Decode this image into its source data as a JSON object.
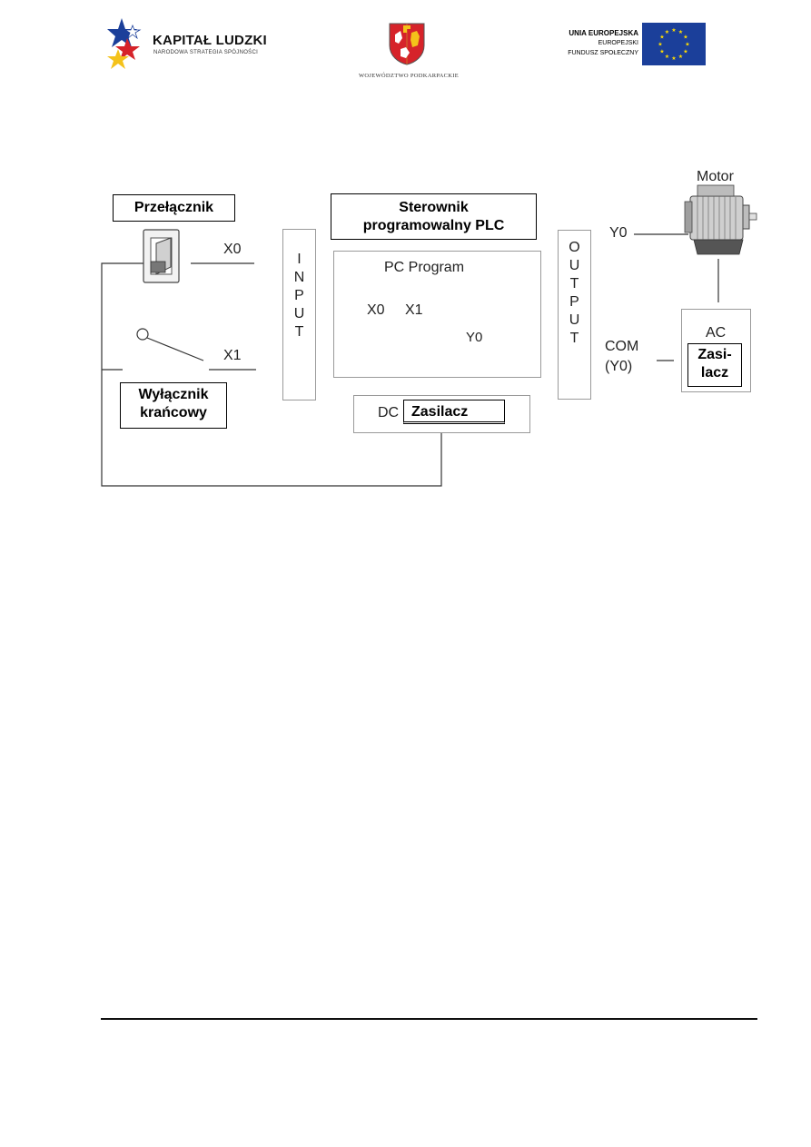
{
  "header": {
    "kapital_title": "KAPITAŁ LUDZKI",
    "kapital_subtitle": "NARODOWA STRATEGIA SPÓJNOŚCI",
    "wojewodztwo_caption": "WOJEWÓDZTWO PODKARPACKIE",
    "ue_line1": "UNIA EUROPEJSKA",
    "ue_line2": "EUROPEJSKI",
    "ue_line3": "FUNDUSZ SPOŁECZNY",
    "colors": {
      "eu_blue": "#1b3f9a",
      "eu_star": "#ffdd00",
      "kl_blue": "#1b3f9a",
      "kl_red": "#d6232a"
    }
  },
  "diagram": {
    "switch_label": "Przełącznik",
    "limit_switch_label": "Wyłącznik krańcowy",
    "plc_label": "Sterownik programowalny PLC",
    "pc_program": "PC Program",
    "input_letters": [
      "I",
      "N",
      "P",
      "U",
      "T"
    ],
    "output_letters": [
      "O",
      "U",
      "T",
      "P",
      "U",
      "T"
    ],
    "x0": "X0",
    "x1": "X1",
    "ladder_x0": "X0",
    "ladder_x1": "X1",
    "coil": "Y0",
    "y0": "Y0",
    "com": "COM",
    "com_y0": "(Y0)",
    "motor": "Motor",
    "ac": "AC",
    "ac_supply": "Zasi- lacz",
    "dc": "DC",
    "dc_supply": "Zasilacz"
  }
}
